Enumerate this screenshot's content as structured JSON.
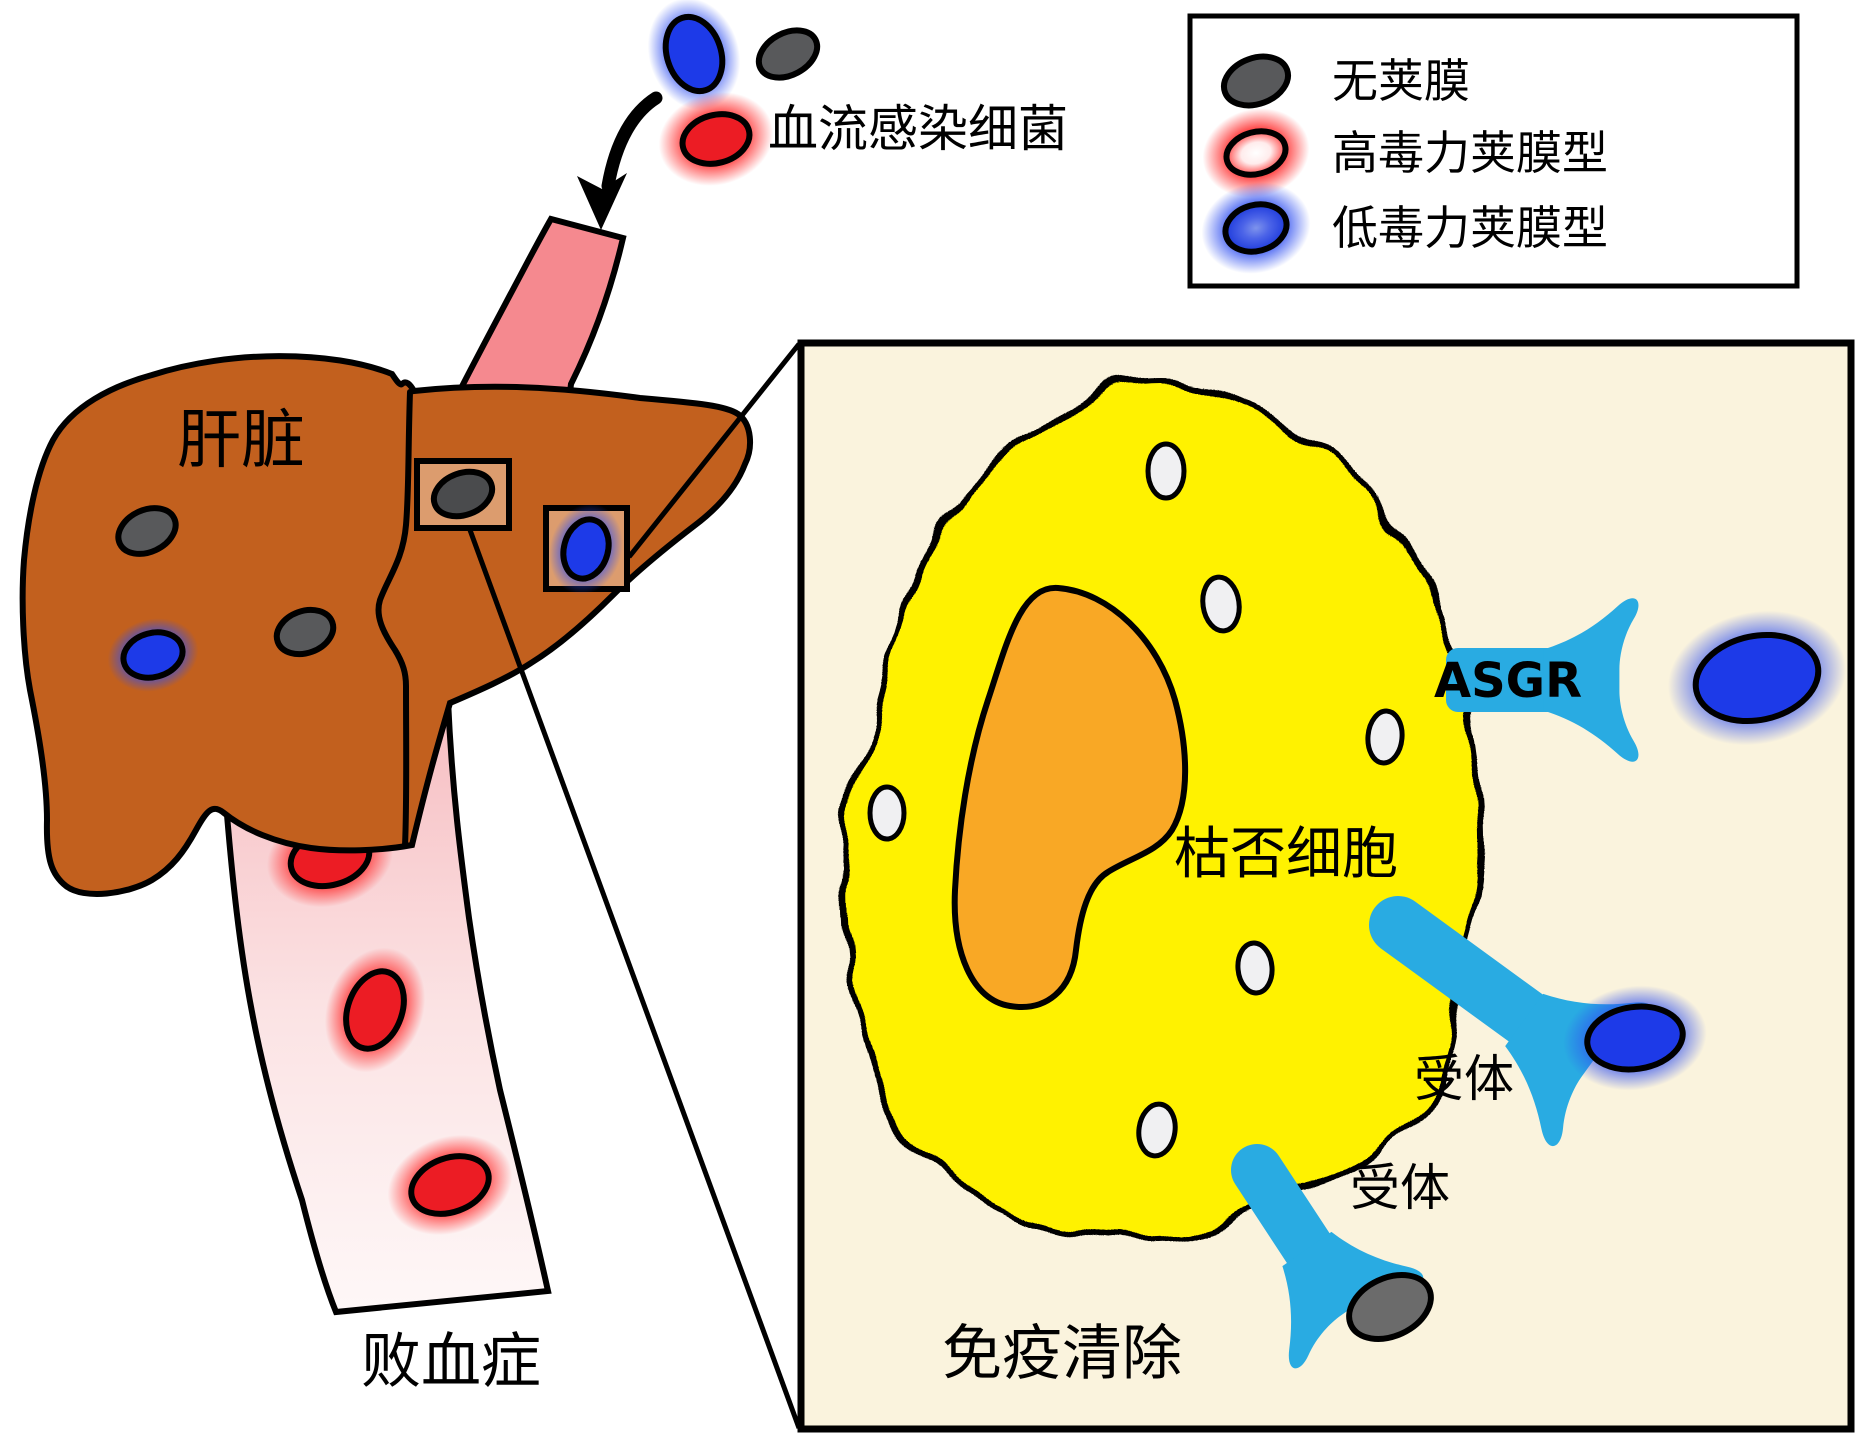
{
  "bloodstream": {
    "label": "血流感染细菌"
  },
  "legend": {
    "items": [
      {
        "label": "无荚膜",
        "type": "no-capsule-gray"
      },
      {
        "label": "高毒力荚膜型",
        "type": "high-virulence-capsule-red"
      },
      {
        "label": "低毒力荚膜型",
        "type": "low-virulence-capsule-blue"
      }
    ]
  },
  "liver": {
    "label": "肝脏"
  },
  "sepsis": {
    "label": "败血症"
  },
  "inset": {
    "kupffer_label": "枯否细胞",
    "asgr_label": "ASGR",
    "receptor_labels": [
      "受体",
      "受体"
    ],
    "clearance_label": "免疫清除"
  },
  "colors": {
    "liver": "#C2601E",
    "liver_highlight": "#DC9C6E",
    "vessel_pink": "#F5898F",
    "cell_yellow": "#FFF200",
    "nucleus_orange": "#F9A825",
    "receptor_blue": "#29ABE2",
    "inset_bg": "#FAF3DD",
    "bacteria_red": "#EC1C24",
    "bacteria_blue": "#1D3AE8",
    "bacteria_gray": "#58595B",
    "outline": "#000000"
  }
}
